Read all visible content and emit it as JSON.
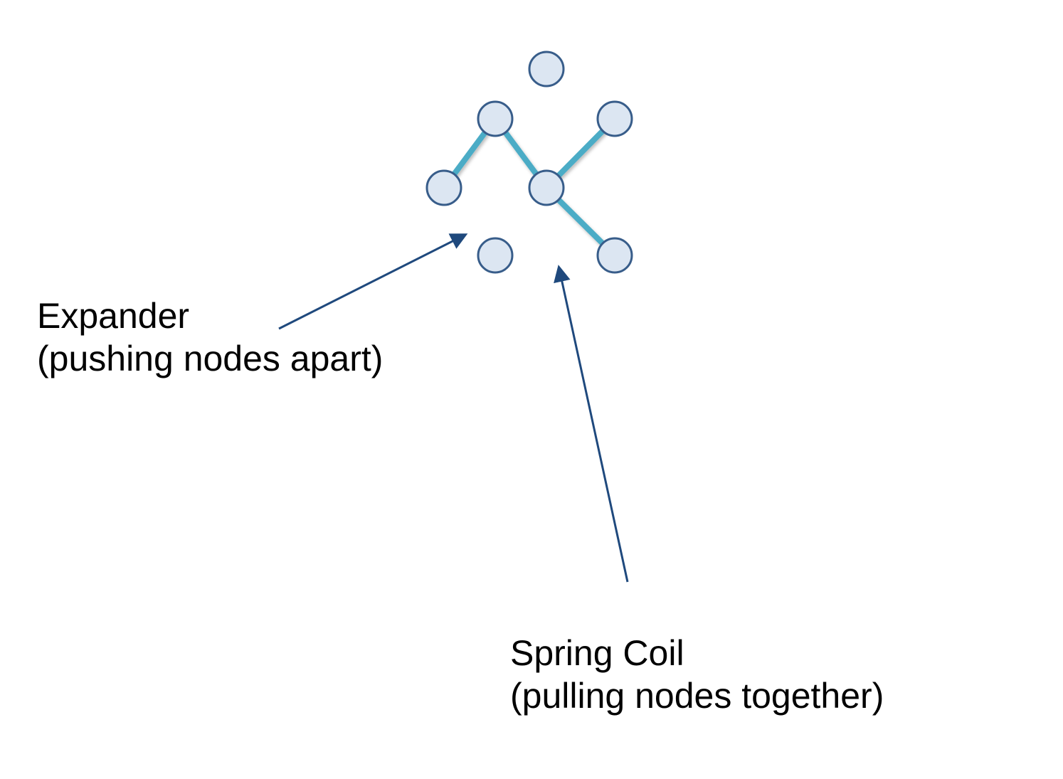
{
  "colors": {
    "background": "#ffffff",
    "edge": "#4BACC6",
    "node_fill": "#DCE6F2",
    "node_stroke": "#385D8A",
    "arrow": "#1F497D",
    "text": "#000000"
  },
  "graph": {
    "nodes": [
      {
        "id": "top"
      },
      {
        "id": "upper-left"
      },
      {
        "id": "upper-right"
      },
      {
        "id": "left"
      },
      {
        "id": "center"
      },
      {
        "id": "bottom-left"
      },
      {
        "id": "bottom-right"
      }
    ],
    "edges": [
      {
        "from": "top",
        "to": "center"
      },
      {
        "from": "upper-left",
        "to": "left"
      },
      {
        "from": "upper-left",
        "to": "center"
      },
      {
        "from": "upper-left",
        "to": "bottom-left"
      },
      {
        "from": "left",
        "to": "center"
      },
      {
        "from": "upper-right",
        "to": "center"
      },
      {
        "from": "upper-right",
        "to": "bottom-right"
      },
      {
        "from": "center",
        "to": "bottom-right"
      },
      {
        "from": "bottom-left",
        "to": "bottom-right"
      }
    ]
  },
  "annotations": {
    "expander": {
      "title": "Expander",
      "subtitle": "(pushing nodes apart)"
    },
    "spring_coil": {
      "title": "Spring Coil",
      "subtitle": "(pulling nodes together)"
    }
  }
}
